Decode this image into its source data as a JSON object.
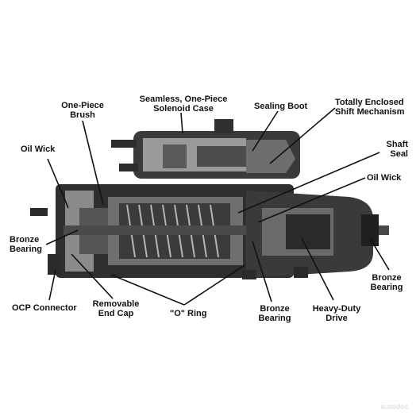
{
  "labels": {
    "solenoid_case": [
      "Seamless, One-Piece",
      "Solenoid Case"
    ],
    "brush": [
      "One-Piece",
      "Brush"
    ],
    "sealing_boot": [
      "Sealing Boot"
    ],
    "shift_mechanism": [
      "Totally Enclosed",
      "Shift  Mechanism"
    ],
    "oil_wick_left": [
      "Oil Wick"
    ],
    "shaft_seal": [
      "Shaft",
      "Seal"
    ],
    "oil_wick_right": [
      "Oil Wick"
    ],
    "bronze_bearing_left": [
      "Bronze",
      "Bearing"
    ],
    "bronze_bearing_right": [
      "Bronze",
      "Bearing"
    ],
    "ocp_connector": [
      "OCP Connector"
    ],
    "end_cap": [
      "Removable",
      "End Cap"
    ],
    "o_ring": [
      "\"O\" Ring"
    ],
    "bronze_bearing_bottom": [
      "Bronze",
      "Bearing"
    ],
    "drive": [
      "Heavy-Duty",
      "Drive"
    ]
  },
  "watermark": "autodoc"
}
